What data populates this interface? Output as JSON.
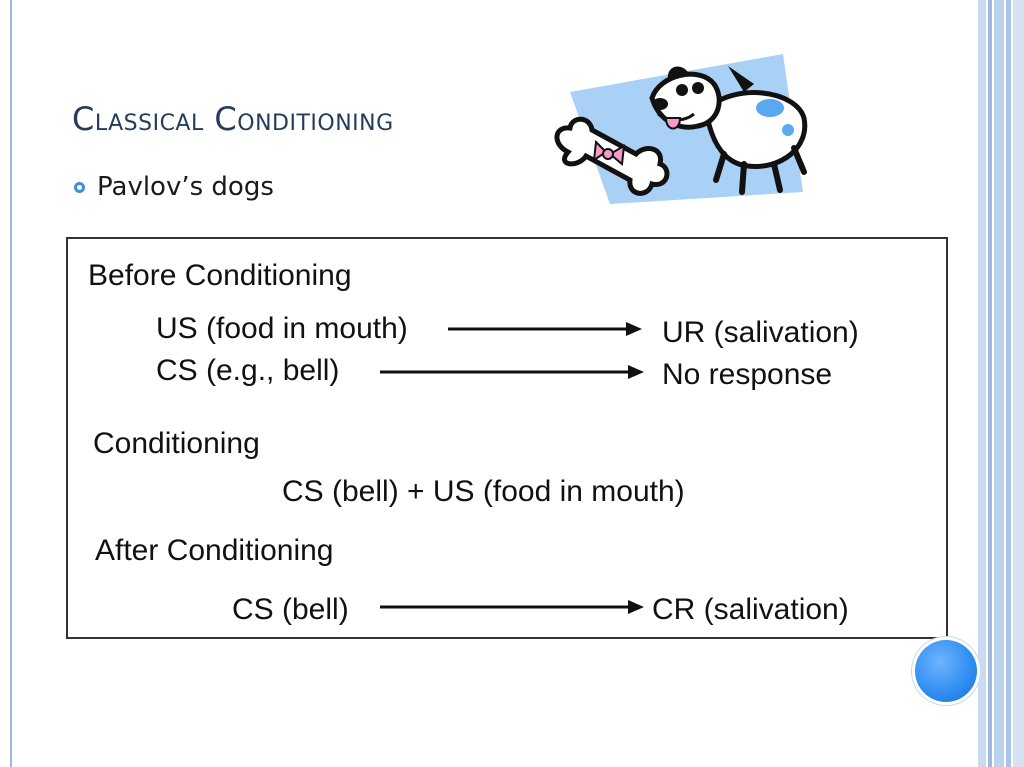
{
  "slide": {
    "title": "Classical Conditioning",
    "bullet": "Pavlov’s dogs"
  },
  "diagram": {
    "before_heading": "Before Conditioning",
    "us_food": "US (food in mouth)",
    "ur_salivation": "UR (salivation)",
    "cs_bell_eg": "CS (e.g., bell)",
    "no_response": "No response",
    "conditioning_heading": "Conditioning",
    "pairing": "CS (bell) + US (food in mouth)",
    "after_heading": "After Conditioning",
    "cs_bell": "CS (bell)",
    "cr_salivation": "CR (salivation)"
  },
  "colors": {
    "title": "#243d5c",
    "accent": "#3d8fe0",
    "stripe": "#9dbbe0"
  },
  "icons": {
    "bullet": "hollow-circle-bullet",
    "clipart": "dog-with-bone-clipart",
    "decoration": "blue-orb"
  }
}
